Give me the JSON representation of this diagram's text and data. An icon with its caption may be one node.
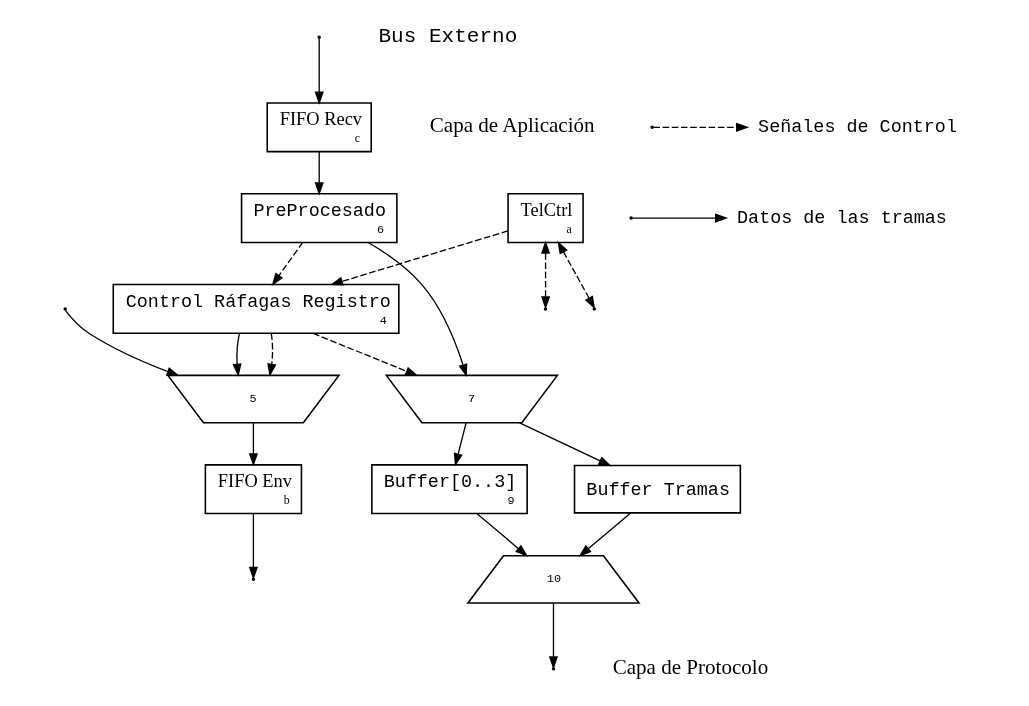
{
  "diagram": {
    "nodes": [
      {
        "text": [
          "Control Ráfagas Registro",
          "4"
        ]
      },
      {
        "text": [
          "5"
        ]
      },
      {
        "text": [
          "PreProcesado",
          "6"
        ]
      },
      {
        "text": [
          "7"
        ]
      },
      {
        "text": [
          "Buffer[0..3]",
          "9"
        ]
      },
      {
        "text": [
          "Buffer Tramas"
        ]
      },
      {
        "text": [
          "10"
        ]
      },
      {
        "text": [
          "FIFO Env",
          "b"
        ]
      },
      {
        "text": [
          "TelCtrl",
          "a"
        ]
      },
      {
        "text": [
          "FIFO Recv",
          "c"
        ]
      }
    ],
    "edges": [
      {
        "from": null,
        "to": 1,
        "arrow": "to"
      },
      {
        "from": 0,
        "to": 1,
        "arrow": "to"
      },
      {
        "from": 0,
        "to": 1,
        "arrow": "to",
        "style": "dashed"
      },
      {
        "from": 0,
        "to": 3,
        "arrow": "to",
        "style": "dashed"
      },
      {
        "from": 2,
        "to": 0,
        "arrow": "to",
        "style": "dashed"
      },
      {
        "from": 8,
        "to": 0,
        "arrow": "to",
        "style": "dashed"
      },
      {
        "from": 2,
        "to": 3,
        "arrow": "to"
      },
      {
        "from": 3,
        "to": 4,
        "arrow": "to"
      },
      {
        "from": 3,
        "to": 5,
        "arrow": "to"
      },
      {
        "from": 4,
        "to": 6,
        "arrow": "to"
      },
      {
        "from": 5,
        "to": 6,
        "arrow": "to"
      },
      {
        "from": 6,
        "to": null,
        "arrow": "to"
      },
      {
        "from": 1,
        "to": 7,
        "arrow": "to"
      },
      {
        "from": 9,
        "to": 2,
        "arrow": "to"
      },
      {
        "from": 7,
        "to": null,
        "arrow": "to"
      },
      {
        "from": null,
        "to": 9,
        "arrow": "to"
      },
      {
        "from": 8,
        "to": null,
        "arrow": "both",
        "style": "dashed"
      },
      {
        "from": 8,
        "to": null,
        "arrow": "both",
        "style": "dashed"
      }
    ],
    "labels": [
      "Bus Externo",
      "Capa de Aplicación",
      "Capa de Protocolo"
    ],
    "legend": [
      {
        "text": "Señales de Control"
      },
      {
        "text": "Datos de las tramas"
      }
    ]
  }
}
